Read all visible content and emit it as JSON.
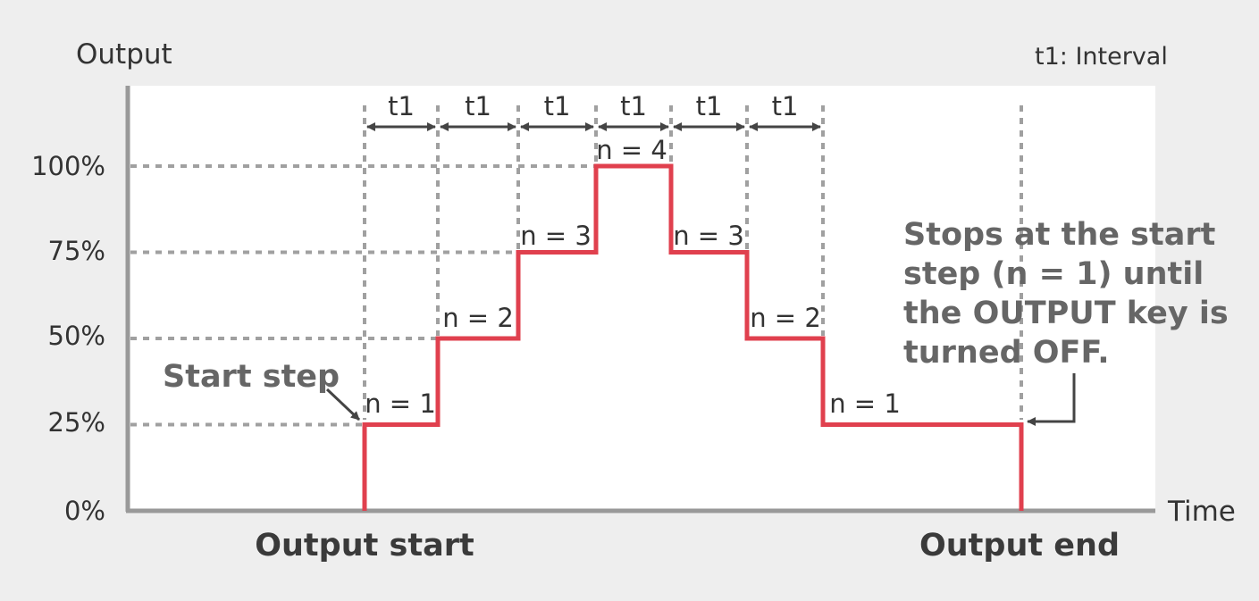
{
  "y_axis_label": "Output",
  "x_axis_label": "Time",
  "legend_note": "t1: Interval",
  "y_ticks": [
    "100%",
    "75%",
    "50%",
    "25%",
    "0%"
  ],
  "interval_label": "t1",
  "interval_count": 6,
  "step_labels": [
    "n = 1",
    "n = 2",
    "n = 3",
    "n = 4",
    "n = 3",
    "n = 2",
    "n = 1"
  ],
  "step_levels_percent": [
    25,
    50,
    75,
    100,
    75,
    50,
    25
  ],
  "start_step_label": "Start step",
  "stop_note_lines": [
    "Stops at the start",
    "step (n = 1) until",
    "the OUTPUT key is",
    "turned OFF."
  ],
  "output_start_label": "Output start",
  "output_end_label": "Output end",
  "colors": {
    "background": "#eeeeee",
    "plot_area": "#ffffff",
    "axis": "#999999",
    "grid": "#a0a0a0",
    "step_line": "#e0404e",
    "arrow": "#444444",
    "note_text": "#666666"
  }
}
